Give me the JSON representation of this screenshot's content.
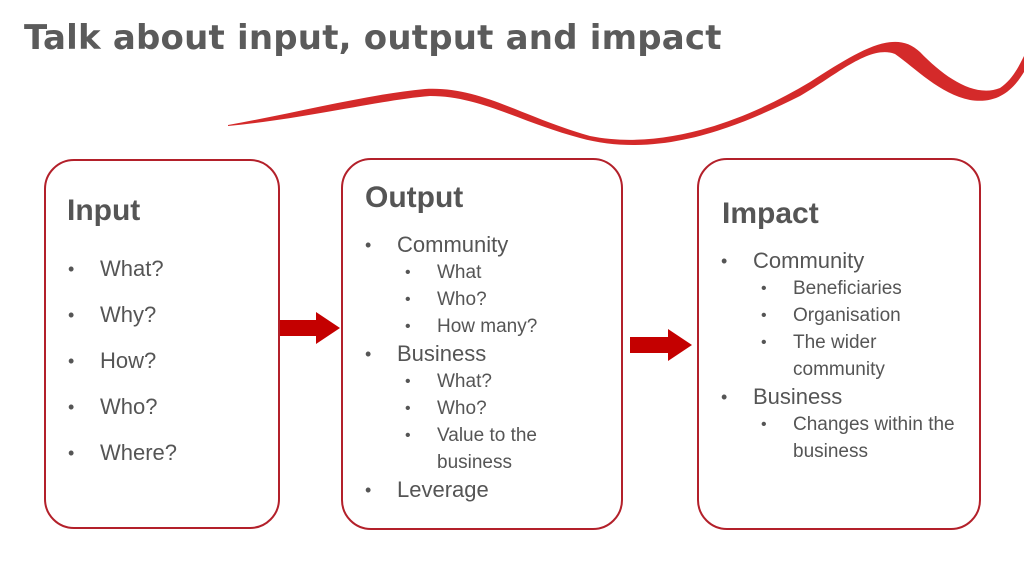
{
  "title": "Talk about input, output and impact",
  "colors": {
    "accent": "#b3202a",
    "ribbon": "#d42a2a",
    "arrow": "#c40000",
    "text": "#555555"
  },
  "boxes": [
    {
      "title": "Input",
      "items": [
        {
          "label": "What?",
          "level": 1
        },
        {
          "label": "Why?",
          "level": 1
        },
        {
          "label": "How?",
          "level": 1
        },
        {
          "label": "Who?",
          "level": 1
        },
        {
          "label": "Where?",
          "level": 1
        }
      ]
    },
    {
      "title": "Output",
      "items": [
        {
          "label": "Community",
          "level": 1
        },
        {
          "label": "What",
          "level": 2
        },
        {
          "label": "Who?",
          "level": 2
        },
        {
          "label": "How many?",
          "level": 2
        },
        {
          "label": "Business",
          "level": 1
        },
        {
          "label": "What?",
          "level": 2
        },
        {
          "label": "Who?",
          "level": 2
        },
        {
          "label": "Value to the business",
          "level": 2
        },
        {
          "label": "Leverage",
          "level": 1
        }
      ]
    },
    {
      "title": "Impact",
      "items": [
        {
          "label": "Community",
          "level": 1
        },
        {
          "label": "Beneficiaries",
          "level": 2
        },
        {
          "label": "Organisation",
          "level": 2
        },
        {
          "label": "The wider community",
          "level": 2
        },
        {
          "label": "Business",
          "level": 1
        },
        {
          "label": "Changes within the business",
          "level": 2
        }
      ]
    }
  ]
}
